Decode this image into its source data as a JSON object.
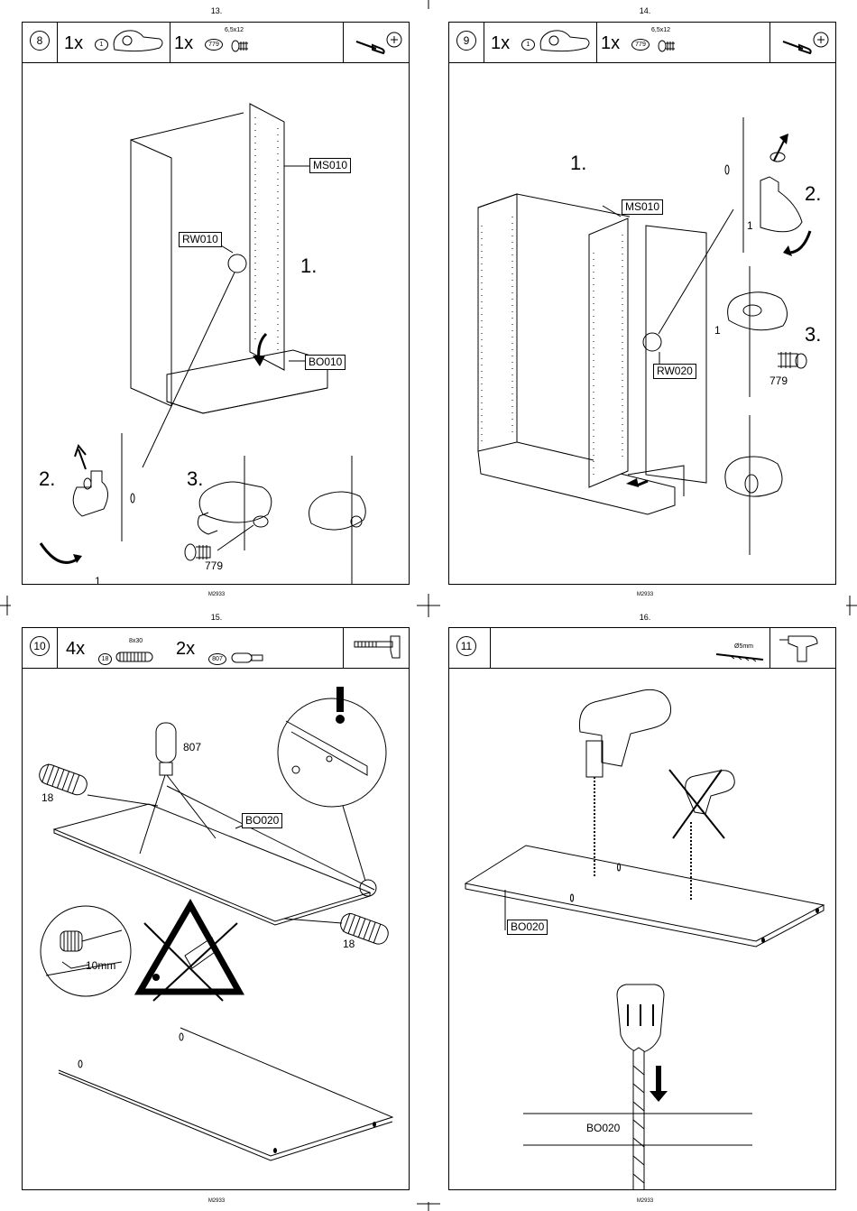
{
  "pages": [
    {
      "page_number": "13.",
      "footer": "M2933",
      "step": "8",
      "parts": [
        {
          "qty": "1x",
          "part_no": "1"
        },
        {
          "qty": "1x",
          "part_no": "779",
          "spec": "6,5x12"
        }
      ],
      "labels": [
        "MS010",
        "RW010",
        "BO010"
      ],
      "substeps": [
        "1.",
        "2.",
        "3."
      ],
      "annotations": [
        "1",
        "779"
      ]
    },
    {
      "page_number": "14.",
      "footer": "M2933",
      "step": "9",
      "parts": [
        {
          "qty": "1x",
          "part_no": "1"
        },
        {
          "qty": "1x",
          "part_no": "779",
          "spec": "6,5x12"
        }
      ],
      "labels": [
        "MS010",
        "RW020"
      ],
      "substeps": [
        "1.",
        "2.",
        "3."
      ],
      "annotations": [
        "1",
        "1",
        "779"
      ]
    },
    {
      "page_number": "15.",
      "footer": "M2933",
      "step": "10",
      "parts": [
        {
          "qty": "4x",
          "part_no": "18",
          "spec": "8x30"
        },
        {
          "qty": "2x",
          "part_no": "807"
        }
      ],
      "labels": [
        "BO020"
      ],
      "annotations": [
        "807",
        "18",
        "18",
        "10mm"
      ],
      "warning": "!"
    },
    {
      "page_number": "16.",
      "footer": "M2933",
      "step": "11",
      "tool_spec": "Ø5mm",
      "labels": [
        "BO020",
        "BO020"
      ]
    }
  ],
  "colors": {
    "ink": "#000000",
    "paper": "#ffffff"
  }
}
